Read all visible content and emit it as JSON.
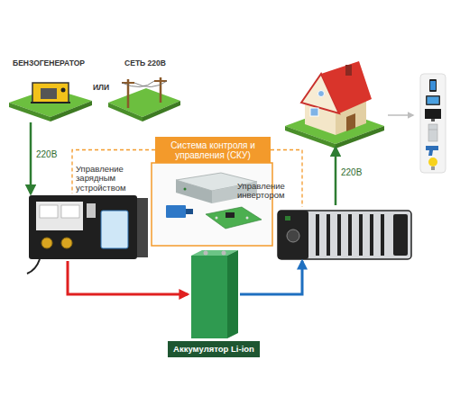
{
  "diagram": {
    "nodes": [
      {
        "text": [
          "БЕНЗОГЕНЕРАТОР"
        ]
      },
      {
        "text": [
          "СЕТЬ 220В"
        ]
      },
      {
        "text": [
          "Система контроля и управления (СКУ)"
        ]
      },
      {
        "text": [
          "Управление зарядным устройством"
        ]
      },
      {
        "text": [
          "Управление инвертором"
        ]
      },
      {
        "text": [
          "Аккумулятор Li-ion"
        ]
      }
    ],
    "edges": [
      {
        "from": 0,
        "to": 3,
        "arrow": "to",
        "label": "220В"
      },
      {
        "from": 2,
        "to": 3,
        "arrow": "none"
      },
      {
        "from": 2,
        "to": 4,
        "arrow": "none"
      },
      {
        "from": 3,
        "to": 5,
        "arrow": "to"
      },
      {
        "from": 5,
        "to": 4,
        "arrow": "to"
      }
    ],
    "labels": [
      "ИЛИ",
      "220В"
    ]
  }
}
